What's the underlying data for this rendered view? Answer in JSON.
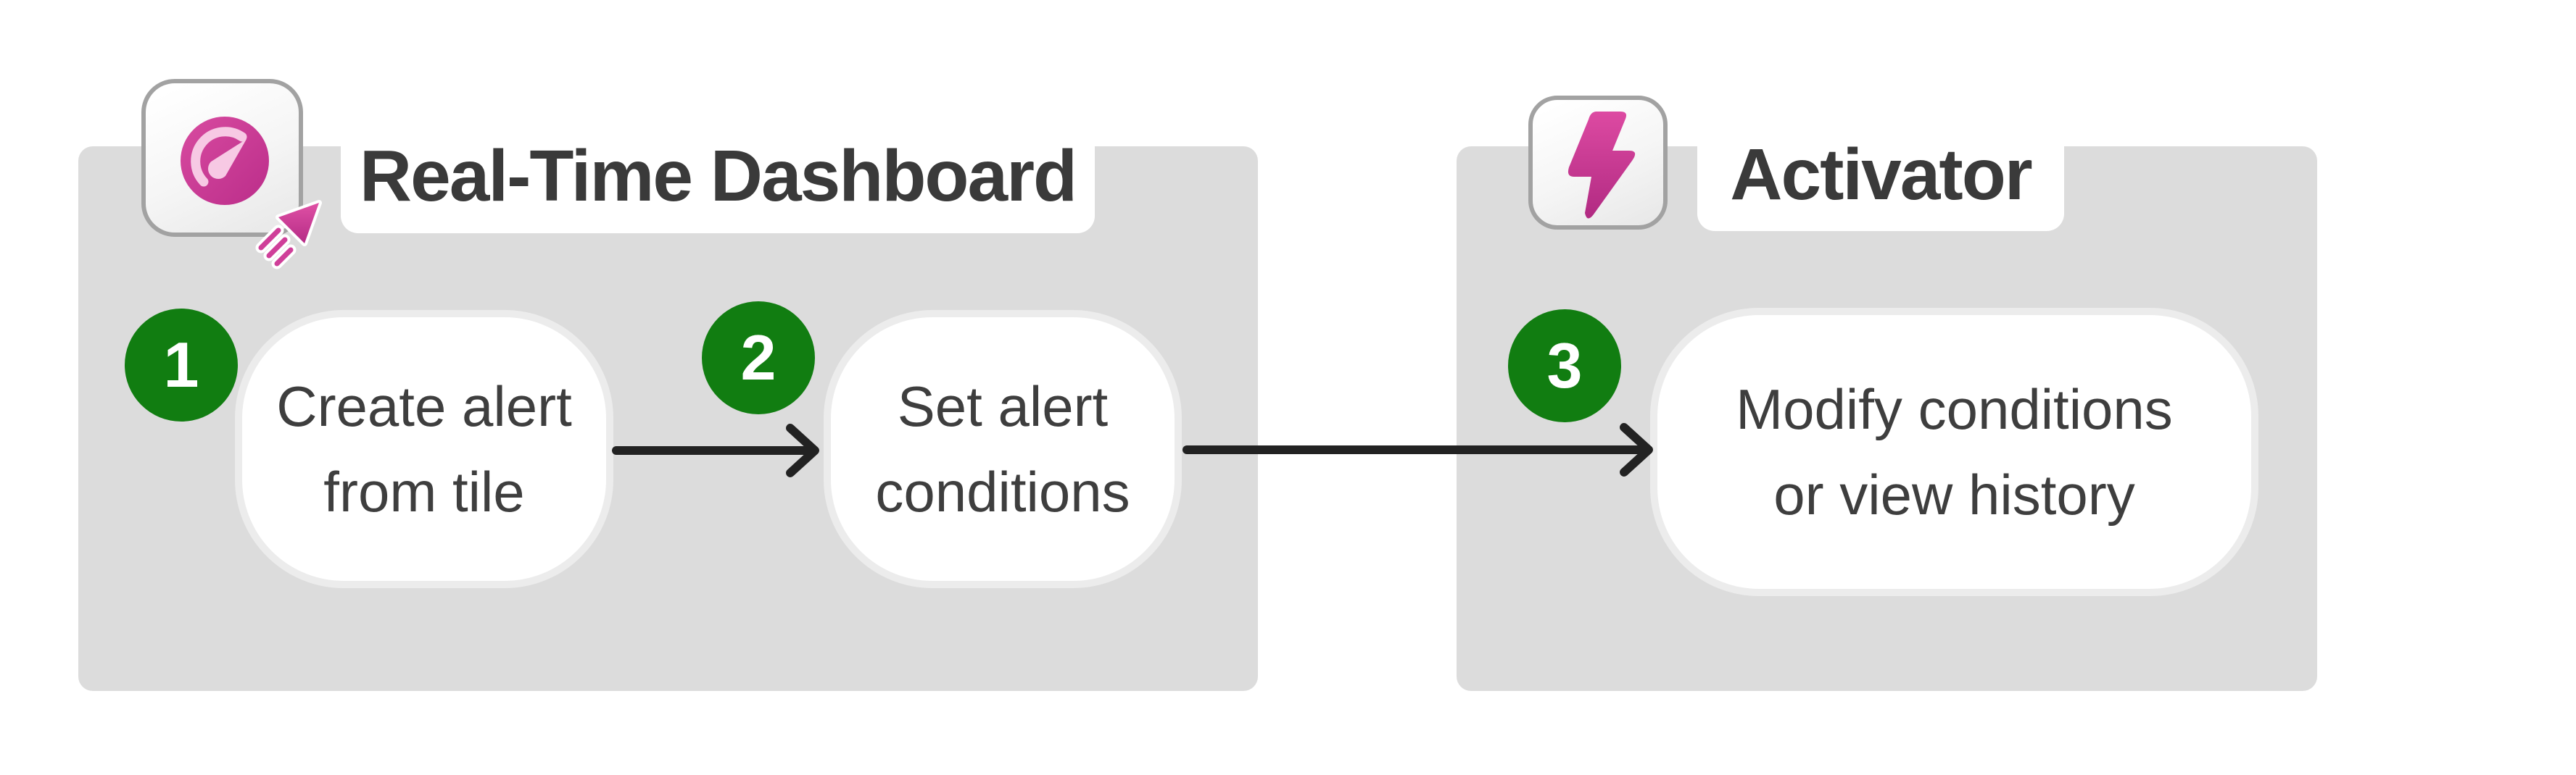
{
  "diagram": {
    "description": "Two-stage workflow: alerts created in a Real-Time Dashboard are managed in Activator",
    "background_color": "#ffffff",
    "colors": {
      "container_gray": "#dcdcdc",
      "box_ring_gray": "#ececec",
      "badge_green": "#117d11",
      "accent_pink": "#cf3f99",
      "accent_pink_dark": "#b52b86",
      "accent_pink_light": "#f7c9e4",
      "title_text": "#3a3a3a",
      "body_text": "#3e3e3e",
      "arrow_black": "#222222",
      "tile_border_gray": "#a2a2a2"
    },
    "sections": [
      {
        "title": "Real-Time Dashboard",
        "icon": "realtime-dashboard-gauge-icon"
      },
      {
        "title": "Activator",
        "icon": "activator-lightning-icon"
      }
    ],
    "steps": [
      {
        "number": "1",
        "line1": "Create alert",
        "line2": "from tile"
      },
      {
        "number": "2",
        "line1": "Set alert",
        "line2": "conditions"
      },
      {
        "number": "3",
        "line1": "Modify conditions",
        "line2": "or view history"
      }
    ],
    "arrows": [
      {
        "from": "step-1",
        "to": "step-2"
      },
      {
        "from": "step-2",
        "to": "step-3"
      }
    ]
  }
}
